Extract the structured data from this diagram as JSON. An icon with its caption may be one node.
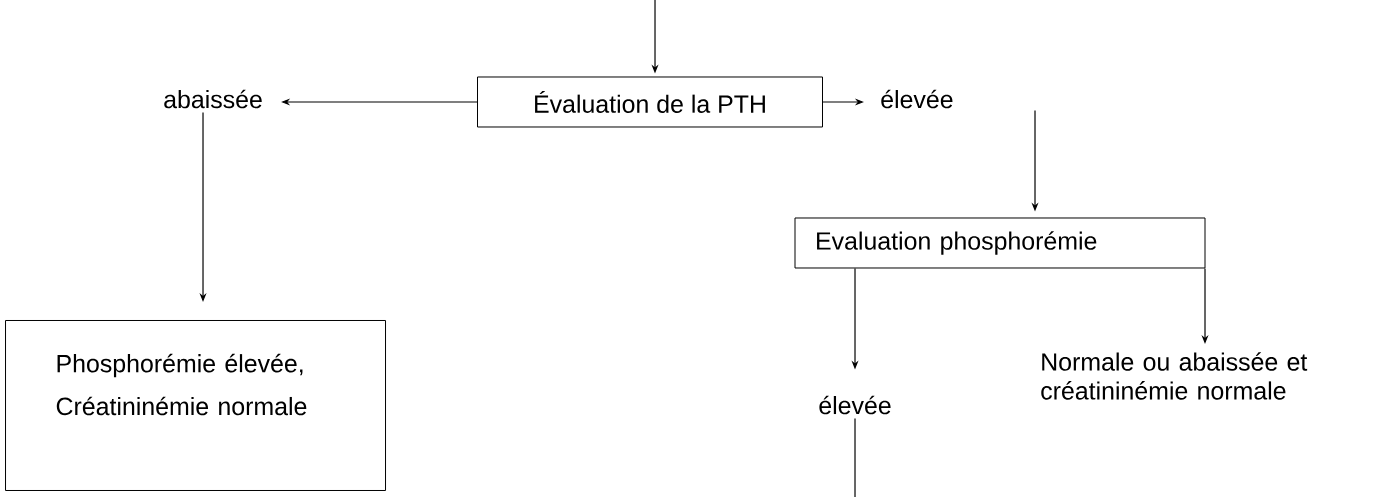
{
  "diagram": {
    "nodes": [
      {
        "text": [
          "Évaluation de la PTH"
        ]
      },
      {
        "text": [
          "abaissée"
        ]
      },
      {
        "text": [
          "élevée"
        ]
      },
      {
        "text": [
          "Evaluation phosphorémie"
        ]
      },
      {
        "text": [
          "Phosphorémie élevée, Créatininémie normale"
        ]
      },
      {
        "text": [
          "élevée"
        ]
      },
      {
        "text": [
          "Normale ou abaissée et créatininémie normale"
        ]
      }
    ],
    "edges": [
      {
        "from": null,
        "to": 0,
        "arrow": "to"
      },
      {
        "from": 0,
        "to": 1,
        "arrow": "to"
      },
      {
        "from": 0,
        "to": 2,
        "arrow": "to"
      },
      {
        "from": 2,
        "to": 3,
        "arrow": "to"
      },
      {
        "from": 1,
        "to": 4,
        "arrow": "to"
      },
      {
        "from": 3,
        "to": 5,
        "arrow": "to"
      },
      {
        "from": 3,
        "to": 6,
        "arrow": "to"
      },
      {
        "from": 5,
        "to": null,
        "arrow": "none"
      }
    ]
  }
}
